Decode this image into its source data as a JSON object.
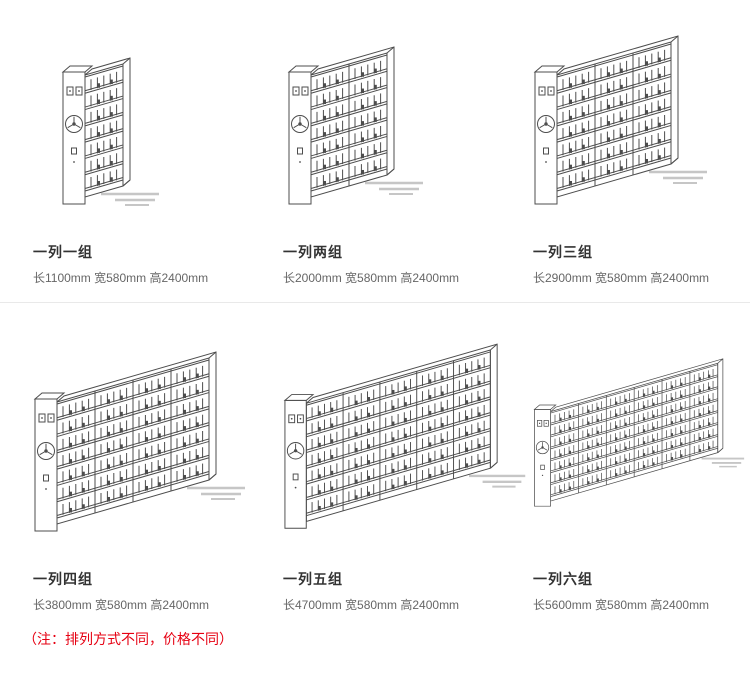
{
  "note": "（注：排列方式不同，价格不同）",
  "colors": {
    "line": "#4d4d4d",
    "shadow": "#c6c6c6",
    "note_text": "#e60012",
    "name_text": "#333333",
    "spec_text": "#666666"
  },
  "illustration": {
    "icon": "mobile-shelving-isometric-line-drawing",
    "panel_icon": "crank-wheel-icon"
  },
  "products": [
    {
      "name": "一列一组",
      "spec": "长1100mm 宽580mm 高2400mm",
      "bays": 1
    },
    {
      "name": "一列两组",
      "spec": "长2000mm 宽580mm 高2400mm",
      "bays": 2
    },
    {
      "name": "一列三组",
      "spec": "长2900mm 宽580mm 高2400mm",
      "bays": 3
    },
    {
      "name": "一列四组",
      "spec": "长3800mm 宽580mm 高2400mm",
      "bays": 4
    },
    {
      "name": "一列五组",
      "spec": "长4700mm 宽580mm 高2400mm",
      "bays": 5
    },
    {
      "name": "一列六组",
      "spec": "长5600mm 宽580mm 高2400mm",
      "bays": 6
    }
  ]
}
